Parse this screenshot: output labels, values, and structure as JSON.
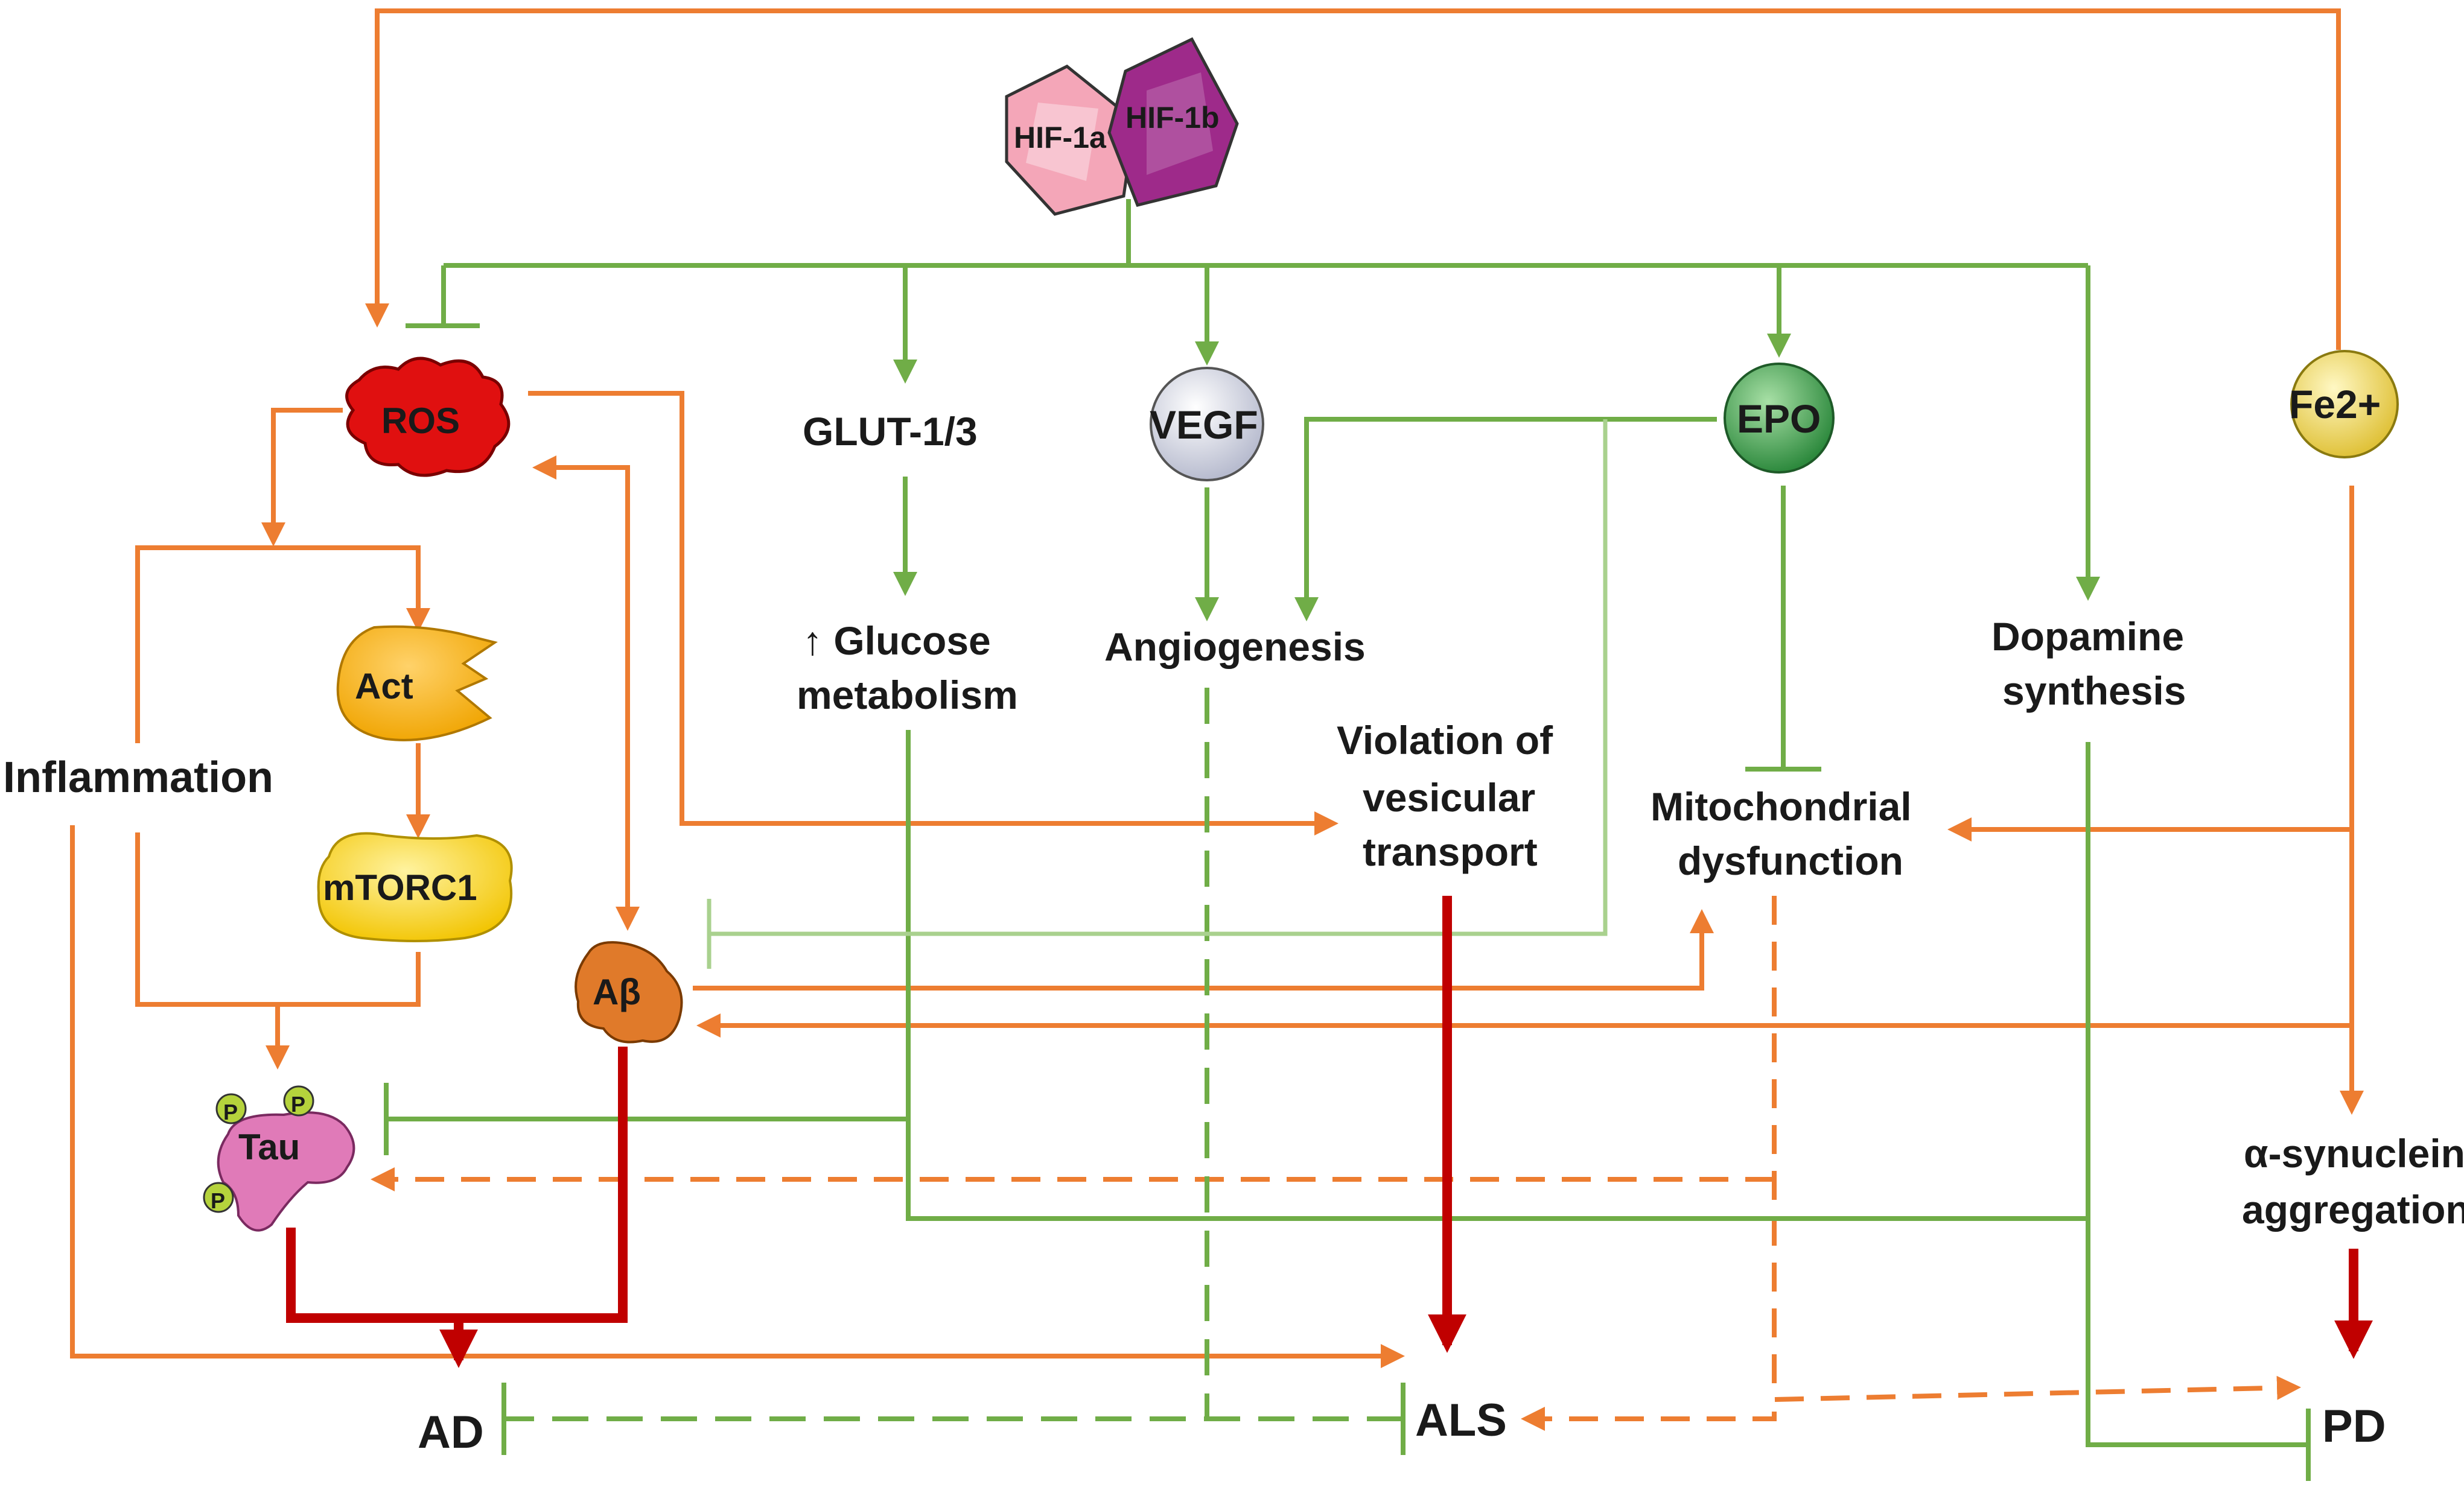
{
  "colors": {
    "orange": "#ED7D31",
    "green": "#70AD47",
    "light_green": "#A9D18E",
    "dark_red": "#C00000"
  },
  "nodes": {
    "hif1a": "HIF-1a",
    "hif1b": "HIF-1b",
    "ros": "ROS",
    "act": "Act",
    "mtorc1": "mTORC1",
    "tau": "Tau",
    "phospho": "P",
    "abeta": "Aβ",
    "inflammation": "Inflammation",
    "glut": "GLUT-1/3",
    "glucose_line1": "↑ Glucose",
    "glucose_line2": "metabolism",
    "vegf": "VEGF",
    "angiogenesis": "Angiogenesis",
    "epo": "EPO",
    "fe": "Fe2+",
    "violation_line1": "Violation  of",
    "violation_line2": "vesicular",
    "violation_line3": "transport",
    "mito_line1": "Mitochondrial",
    "mito_line2": "dysfunction",
    "dopamine_line1": "Dopamine",
    "dopamine_line2": "synthesis",
    "synuclein_line1": "α-synuclein",
    "synuclein_line2": "aggregation"
  },
  "outcomes": {
    "ad": "AD",
    "als": "ALS",
    "pd": "PD"
  }
}
